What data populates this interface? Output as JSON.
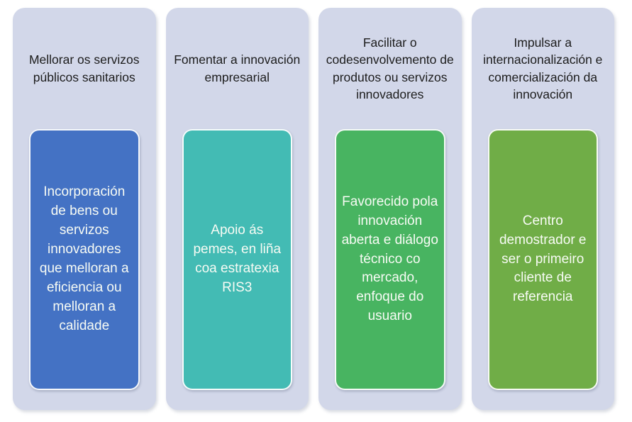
{
  "diagram": {
    "type": "four-pillar-smartart",
    "colors": {
      "page_background": "#ffffff",
      "pillar_background": "#D2D7E9",
      "header_text": "#1c1c1c",
      "body_text": "#F7FBF4"
    },
    "pillars": [
      {
        "header": "Mellorar os servizos públicos sanitarios",
        "body": "Incorporación de bens ou servizos innovadores que melloran a eficiencia ou melloran a calidade",
        "box_color": "#4472C4"
      },
      {
        "header": "Fomentar a innovación empresarial",
        "body": "Apoio ás pemes, en liña coa estratexia RIS3",
        "box_color": "#43BBB4"
      },
      {
        "header": "Facilitar o codesenvolvemento de produtos ou servizos innovadores",
        "body": "Favorecido pola innovación aberta e diálogo técnico co mercado, enfoque do usuario",
        "box_color": "#48B461"
      },
      {
        "header": "Impulsar a internacionalización e comercialización da innovación",
        "body": "Centro demostrador e ser o primeiro cliente de referencia",
        "box_color": "#70AD47"
      }
    ]
  }
}
